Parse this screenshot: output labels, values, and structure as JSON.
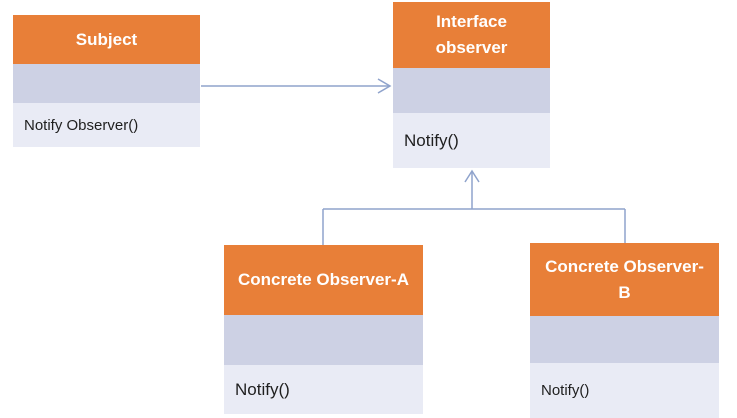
{
  "diagram": {
    "kind": "uml-class-diagram",
    "pattern": "Observer",
    "colors": {
      "header-bg": "#e87f38",
      "header-text": "#ffffff",
      "attrs-bg": "#cdd1e4",
      "methods-bg": "#e9ebf5",
      "method-text": "#1f1f1f",
      "line-color": "#8fa3cc"
    },
    "classes": [
      {
        "id": "subject",
        "name": "Subject",
        "attributes": "",
        "method": "Notify Observer()"
      },
      {
        "id": "interface-observer",
        "name": "Interface observer",
        "attributes": "",
        "method": "Notify()"
      },
      {
        "id": "concrete-observer-a",
        "name": "Concrete Observer-A",
        "attributes": "",
        "method": "Notify()"
      },
      {
        "id": "concrete-observer-b",
        "name": "Concrete Observer-B",
        "attributes": "",
        "method": "Notify()"
      }
    ],
    "connectors": [
      {
        "type": "association-arrow",
        "from": "subject",
        "to": "interface-observer"
      },
      {
        "type": "generalization-arrow",
        "from": "concrete-observer-a",
        "to": "interface-observer"
      },
      {
        "type": "generalization-arrow",
        "from": "concrete-observer-b",
        "to": "interface-observer"
      }
    ]
  }
}
